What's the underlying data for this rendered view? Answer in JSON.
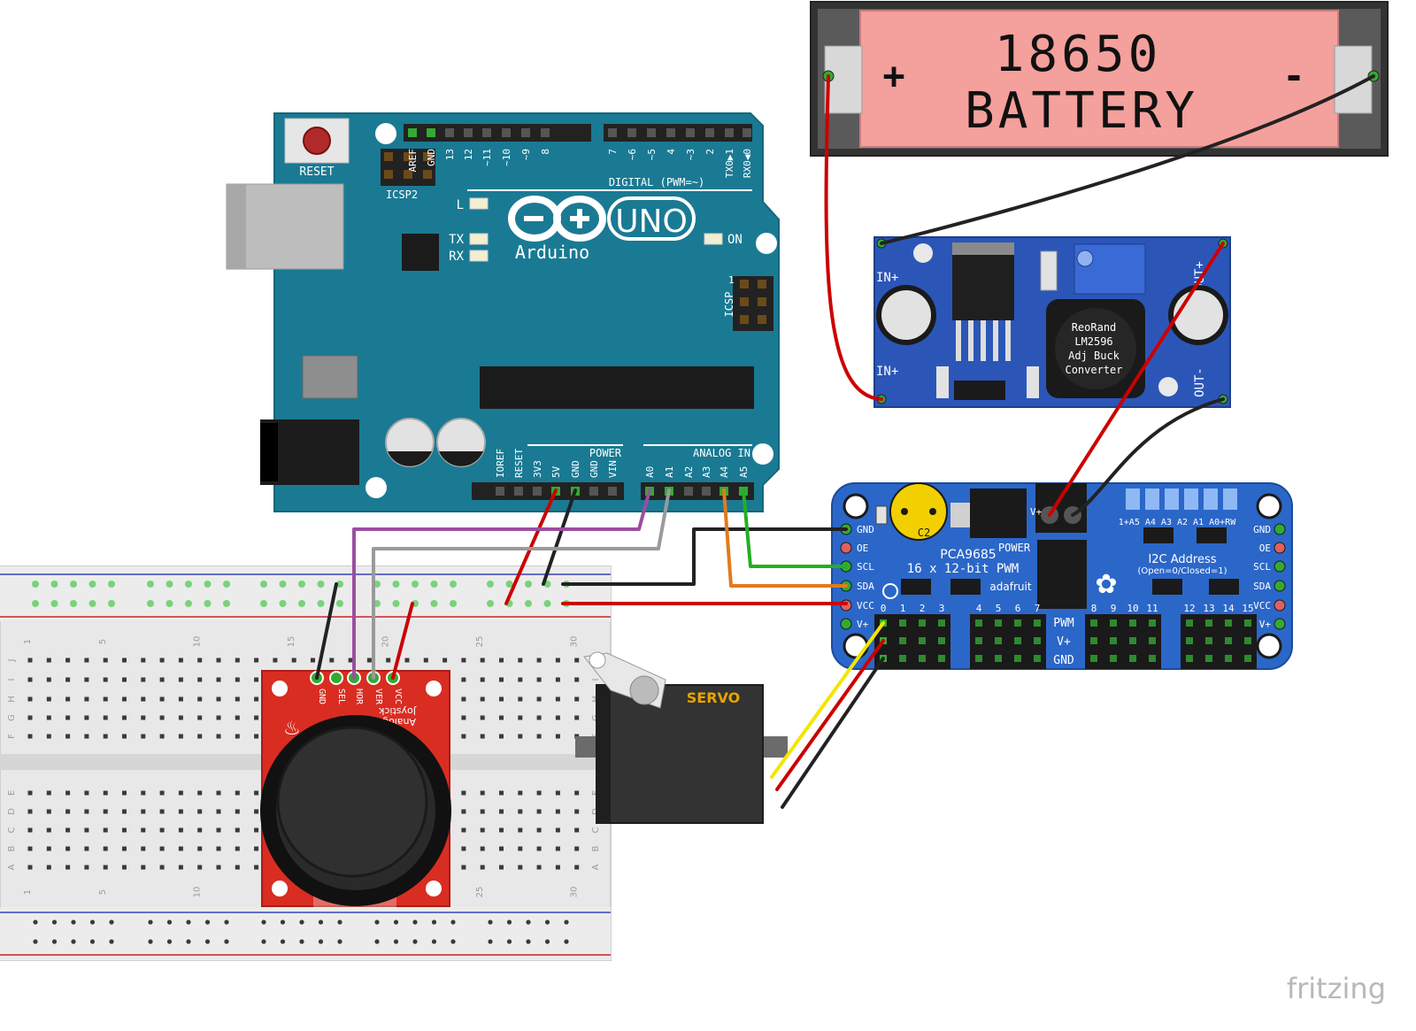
{
  "battery": {
    "line1": "18650",
    "line2": "BATTERY",
    "plus": "+",
    "minus": "-"
  },
  "arduino": {
    "logo_name": "Arduino",
    "model": "UNO",
    "reset_label": "RESET",
    "icsp2_label": "ICSP2",
    "icsp_label": "ICSP",
    "icsp_pin1": "1",
    "led_l": "L",
    "led_tx": "TX",
    "led_rx": "RX",
    "led_on": "ON",
    "digital_header": "DIGITAL (PWM=~)",
    "power_header": "POWER",
    "analog_header": "ANALOG IN",
    "top_pins": [
      "AREF",
      "GND",
      "13",
      "12",
      "~11",
      "~10",
      "~9",
      "8",
      "7",
      "~6",
      "~5",
      "4",
      "~3",
      "2",
      "TX0▶1",
      "RX0◀0"
    ],
    "power_pins": [
      "IOREF",
      "RESET",
      "3V3",
      "5V",
      "GND",
      "GND",
      "VIN"
    ],
    "analog_pins": [
      "A0",
      "A1",
      "A2",
      "A3",
      "A4",
      "A5"
    ]
  },
  "buck": {
    "in_plus_top": "IN+",
    "in_plus_bottom": "IN+",
    "out_plus": "OUT+",
    "out_minus": "OUT-",
    "chip_lines": [
      "ReoRand",
      "LM2596",
      "Adj Buck",
      "Converter"
    ]
  },
  "pca": {
    "title": "PCA9685",
    "subtitle": "16 x 12-bit PWM",
    "brand": "adafruit",
    "power": "POWER",
    "cap": "C2",
    "vplus": "V+",
    "addr_title": "I2C Address",
    "addr_sub": "(Open=0/Closed=1)",
    "addr_pins": "1+A5 A4 A3 A2 A1 A0+RW",
    "left_pins": [
      "GND",
      "OE",
      "SCL",
      "SDA",
      "VCC",
      "V+"
    ],
    "right_pins": [
      "GND",
      "OE",
      "SCL",
      "SDA",
      "VCC",
      "V+"
    ],
    "channel_numbers": [
      "0",
      "1",
      "2",
      "3",
      "4",
      "5",
      "6",
      "7",
      "8",
      "9",
      "10",
      "11",
      "12",
      "13",
      "14",
      "15"
    ],
    "pwm_rows": [
      "PWM",
      "V+",
      "GND"
    ]
  },
  "joystick": {
    "pins": [
      "GND",
      "SEL",
      "HOR",
      "VER",
      "VCC"
    ],
    "title_lines": [
      "Analog",
      "Joystick"
    ]
  },
  "servo": {
    "label": "SERVO"
  },
  "breadboard": {
    "row_letters_top": [
      "J",
      "I",
      "H",
      "G",
      "F"
    ],
    "row_letters_bottom": [
      "E",
      "D",
      "C",
      "B",
      "A"
    ],
    "col_numbers": [
      "1",
      "5",
      "10",
      "15",
      "20",
      "25",
      "30"
    ]
  },
  "watermark": "fritzing",
  "colors": {
    "arduino_board": "#1a7a93",
    "buck_board": "#2b56b8",
    "pca_board": "#2b67c9",
    "battery_cell": "#f4a09c",
    "joystick_board": "#d92d22",
    "wire_red": "#cc0000",
    "wire_black": "#222222",
    "wire_purple": "#9b4ea0",
    "wire_gray": "#9a9a9a",
    "wire_green": "#22b022",
    "wire_orange": "#e27a1a",
    "wire_yellow": "#f2e600"
  }
}
